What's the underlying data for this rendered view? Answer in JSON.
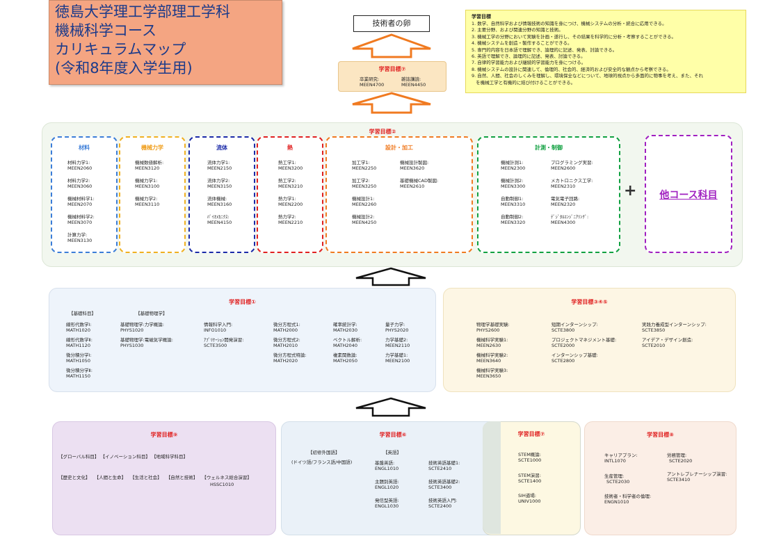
{
  "title": {
    "lines": [
      "徳島大学理工学部理工学科",
      "機械科学コース",
      "カリキュラムマップ",
      "(令和8年度入学生用)"
    ]
  },
  "top_label": "技術者の卵",
  "goal7_top": {
    "heading": "学習目標⑦",
    "items": [
      {
        "name": "卒業研究:",
        "code": "MEEN4700"
      },
      {
        "name": "雑誌講読:",
        "code": "MEEN4450"
      }
    ]
  },
  "legend": {
    "title": "学習目標",
    "items": [
      "1. 数学、自然科学および情報技術の知識を身につけ、機械システムの分析・統合に応用できる。",
      "2. 主要分野、および関連分野の知識と技術。",
      "3. 機械工学の分野において実験を計画・遂行し、その結果を科学的に分析・考察することができる。",
      "4. 機械システムを創造・製作することができる。",
      "5. 専門的内容を日本語で理解でき、論理的に記述、発表、討論できる。",
      "6. 英語で理解でき、論理的に記述、発表、討論できる。",
      "7. 自律的学習能力および継続的学習能力を身につける。",
      "8. 機械システムの設計に関連して、倫理的、社会的、経済的および安全的な観点から考察できる。",
      "9. 自然、人間、社会のしくみを理解し、環境保全などについて、地球的視点から多面的に物事を考え、また、それ",
      "   を機械工学と有機的に結び付けることができる。"
    ]
  },
  "goal2": {
    "heading": "学習目標②",
    "categories": [
      {
        "title": "材料",
        "color": "#3b7dd8",
        "courses": [
          [
            "材料力学1:",
            "MEEN2060"
          ],
          [
            "材料力学2:",
            "MEEN3060"
          ],
          [
            "機械材料学1:",
            "MEEN2070"
          ],
          [
            "機械材料学2:",
            "MEEN3070"
          ],
          [
            "計算力学:",
            "MEEN3130"
          ]
        ]
      },
      {
        "title": "機械力学",
        "color": "#f0a020",
        "courses": [
          [
            "機械数値解析:",
            "MEEN3120"
          ],
          [
            "機械力学1:",
            "MEEN3100"
          ],
          [
            "機械力学2:",
            "MEEN3110"
          ]
        ]
      },
      {
        "title": "流体",
        "color": "#1a2aa8",
        "courses": [
          [
            "流体力学1:",
            "MEEN2150"
          ],
          [
            "流体力学2:",
            "MEEN3150"
          ],
          [
            "流体機械:",
            "MEEN3160"
          ],
          [
            "ﾊﾞｲｵﾒｶﾆｸｽ:",
            "MEEN4150"
          ]
        ]
      },
      {
        "title": "熱",
        "color": "#e02020",
        "courses": [
          [
            "熱工学1:",
            "MEEN3200"
          ],
          [
            "熱工学2:",
            "MEEN3210"
          ],
          [
            "熱力学1:",
            "MEEN2200"
          ],
          [
            "熱力学2:",
            "MEEN2210"
          ]
        ]
      },
      {
        "title": "設計・加工",
        "color": "#f07a20",
        "courses": [
          [
            "加工学1:",
            "MEEN2250"
          ],
          [
            "機械設計製図:",
            "MEEN3620"
          ],
          [
            "加工学2:",
            "MEEN3250"
          ],
          [
            "基礎機械CAD製図:",
            "MEEN2610"
          ],
          [
            "機械設計1:",
            "MEEN2260"
          ],
          [
            "機械設計2:",
            "MEEN4250"
          ]
        ]
      },
      {
        "title": "計測・制御",
        "color": "#10a040",
        "courses": [
          [
            "機械計測1:",
            "MEEN2300"
          ],
          [
            "プログラミング実習:",
            "MEEN2600"
          ],
          [
            "機械計測2:",
            "MEEN3300"
          ],
          [
            "メカトロニクス工学:",
            "MEEN2310"
          ],
          [
            "自動制御1:",
            "MEEN3310"
          ],
          [
            "電気電子回路:",
            "MEEN2320"
          ],
          [
            "自動制御2:",
            "MEEN3320"
          ],
          [
            "ﾃﾞｼﾞﾀﾙｴﾝｼﾞﾆｱﾘﾝｸﾞ:",
            "MEEN4300"
          ]
        ]
      }
    ],
    "plus": "+",
    "other": "他コース科目"
  },
  "goal1": {
    "heading": "学習目標①",
    "sub_labels": [
      "【基礎科目】",
      "【基礎物理学】"
    ],
    "courses": [
      [
        "線形代数学Ⅰ:",
        "MATH1020"
      ],
      [
        "線形代数学Ⅱ:",
        "MATH1120"
      ],
      [
        "微分積分学Ⅰ:",
        "MATH1050"
      ],
      [
        "微分積分学Ⅱ:",
        "MATH1150"
      ],
      [
        "基礎物理学:力学概論:",
        "PHYS1020"
      ],
      [
        "基礎物理学:電磁気学概論:",
        "PHYS1030"
      ],
      [
        "情報科学入門:",
        "INFO1010"
      ],
      [
        "ｱﾌﾟﾘｹｰｼｮﾝ開発演習:",
        "SCTE3500"
      ],
      [
        "微分方程式1:",
        "MATH2000"
      ],
      [
        "微分方程式2:",
        "MATH2010"
      ],
      [
        "微分方程式特論:",
        "MATH2020"
      ],
      [
        "確率統計学:",
        "MATH2030"
      ],
      [
        "ベクトル解析:",
        "MATH2040"
      ],
      [
        "複素関数論:",
        "MATH2050"
      ],
      [
        "量子力学:",
        "PHYS2020"
      ],
      [
        "力学基礎2:",
        "MEEN2110"
      ],
      [
        "力学基礎1:",
        "MEEN2100"
      ]
    ]
  },
  "goal345": {
    "heading": "学習目標③④⑤",
    "courses": [
      [
        "物理学基礎実験:",
        "PHYS2600"
      ],
      [
        "機械科学実験1:",
        "MEEN2630"
      ],
      [
        "機械科学実験2:",
        "MEEN3640"
      ],
      [
        "機械科学実験3:",
        "MEEN3650"
      ],
      [
        "短期インターンシップ:",
        "SCTE3800"
      ],
      [
        "プロジェクトマネジメント基礎:",
        "SCTE2000"
      ],
      [
        "インターンシップ基礎:",
        "SCTE2800"
      ],
      [
        "実践力養成型インターンシップ:",
        "SCTE3850"
      ],
      [
        "アイデア・デザイン創造:",
        "SCTE2010"
      ]
    ]
  },
  "goal9": {
    "heading": "学習目標⑨",
    "row1": [
      "【グローバル科目】",
      "【イノベーション科目】",
      "【地域科学科目】"
    ],
    "row2": [
      "【歴史と文化】",
      "【人間と生命】",
      "【生活と社会】",
      "【自然と技術】",
      "【ウェルネス総合演習】"
    ],
    "extra_code": "HSSC1010"
  },
  "goal6": {
    "heading": "学習目標⑥",
    "label_foreign": "【初修外国語】",
    "foreign_list": "(ドイツ語/フランス語/中国語)",
    "label_english": "【英語】",
    "courses": [
      [
        "基盤英語:",
        "ENGL1010"
      ],
      [
        "主題別英語:",
        "ENGL1020"
      ],
      [
        "発信型英語:",
        "ENGL1030"
      ],
      [
        "技術英語基礎1:",
        "SCTE2410"
      ],
      [
        "技術英語基礎2:",
        "SCTE3400"
      ],
      [
        "技術英語入門:",
        "SCTE2400"
      ]
    ]
  },
  "goal7b": {
    "heading": "学習目標⑦",
    "courses": [
      [
        "STEM概論:",
        "SCTE1000"
      ],
      [
        "STEM演習:",
        "SCTE1400"
      ],
      [
        "SIH道場:",
        "UNIV1000"
      ]
    ]
  },
  "goal8": {
    "heading": "学習目標⑧",
    "courses": [
      [
        "キャリアプラン:",
        "INTL1070"
      ],
      [
        "生産管理:",
        "SCTE2030"
      ],
      [
        "技術者・科学者の倫理:",
        "ENGN1010"
      ],
      [
        "労務管理:",
        "SCTE2020"
      ],
      [
        "アントレプレナーシップ演習:",
        "SCTE3410"
      ]
    ]
  }
}
